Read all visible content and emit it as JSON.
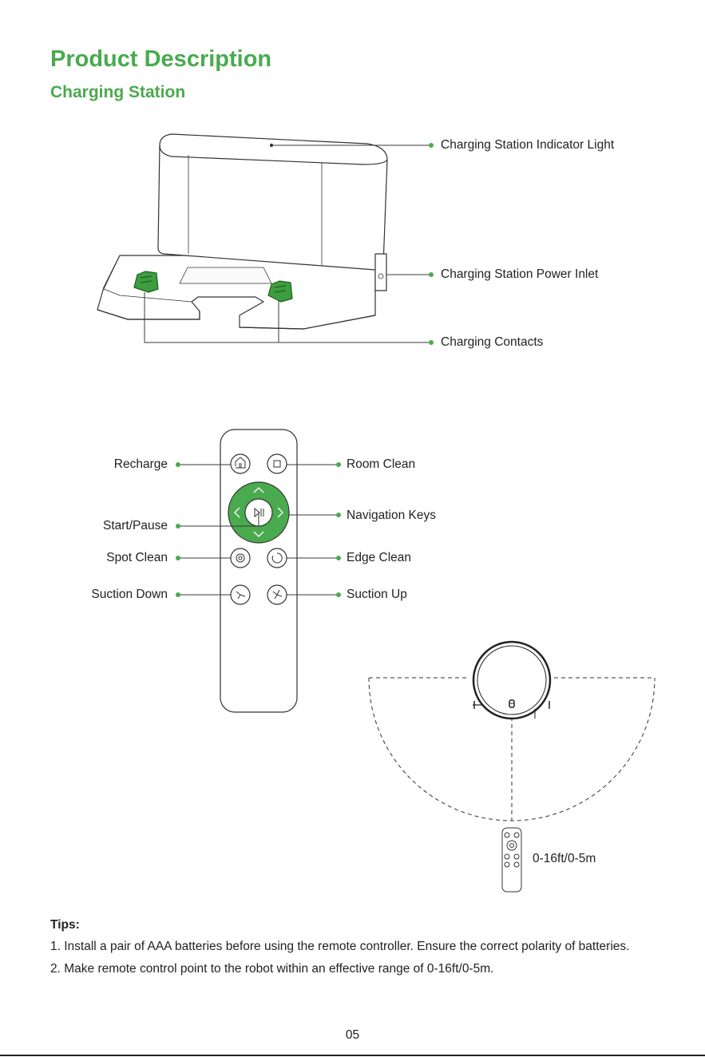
{
  "header": {
    "title": "Product Description",
    "section": "Charging Station"
  },
  "station_labels": {
    "indicator_light": "Charging  Station Indicator  Light",
    "power_inlet": "Charging Station Power Inlet",
    "contacts": "Charging Contacts"
  },
  "remote_labels": {
    "recharge": "Recharge",
    "start_pause": "Start/Pause",
    "spot_clean": "Spot Clean",
    "suction_down": "Suction Down",
    "room_clean": "Room Clean",
    "navigation_keys": "Navigation Keys",
    "edge_clean": "Edge Clean",
    "suction_up": "Suction Up"
  },
  "range": {
    "label": "0-16ft/0-5m"
  },
  "tips": {
    "title": "Tips:",
    "items": [
      "1. Install a pair of AAA batteries before using the remote controller. Ensure the correct polarity of batteries.",
      "2. Make remote control point to the robot within an effective range of 0-16ft/0-5m."
    ]
  },
  "footer": {
    "page_number": "05"
  },
  "colors": {
    "accent_green": "#4aaa4e",
    "line_color": "#3a3a3a"
  }
}
